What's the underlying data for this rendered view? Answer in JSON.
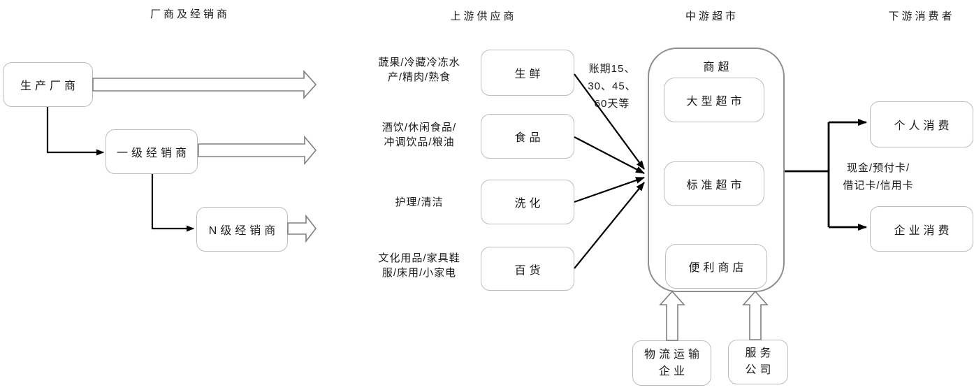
{
  "colors": {
    "box_border": "#bdbdbd",
    "group_border": "#8f8f8f",
    "hollow_arrow_stroke": "#808080",
    "connector": "#000000",
    "text": "#1a1a1a",
    "bg": "#ffffff"
  },
  "columns": {
    "manufacturers_header": "厂商及经销商",
    "suppliers_header": "上游供应商",
    "supermarkets_header": "中游超市",
    "consumers_header": "下游消费者"
  },
  "manufacturers": {
    "producer": "生产厂商",
    "tier1": "一级经销商",
    "tierN": "N级经销商"
  },
  "suppliers": [
    {
      "desc_lines": [
        "蔬果/冷藏冷冻水",
        "产/精肉/熟食"
      ],
      "category": "生鲜"
    },
    {
      "desc_lines": [
        "酒饮/休闲食品/",
        "冲调饮品/粮油"
      ],
      "category": "食品"
    },
    {
      "desc_lines": [
        "护理/清洁"
      ],
      "category": "洗化"
    },
    {
      "desc_lines": [
        "文化用品/家具鞋",
        "服/床用/小家电"
      ],
      "category": "百货"
    }
  ],
  "payment_terms": {
    "lines": [
      "账期15、",
      "30、45、",
      "60天等"
    ]
  },
  "supermarket_group": {
    "title": "商超",
    "types": [
      "大型超市",
      "标准超市",
      "便利商店"
    ]
  },
  "payment_methods": {
    "lines": [
      "现金/预付卡/",
      "借记卡/信用卡"
    ]
  },
  "consumers": [
    "个人消费",
    "企业消费"
  ],
  "support_companies": [
    {
      "lines": [
        "物流运输",
        "企业"
      ]
    },
    {
      "lines": [
        "服务",
        "公司"
      ]
    }
  ]
}
